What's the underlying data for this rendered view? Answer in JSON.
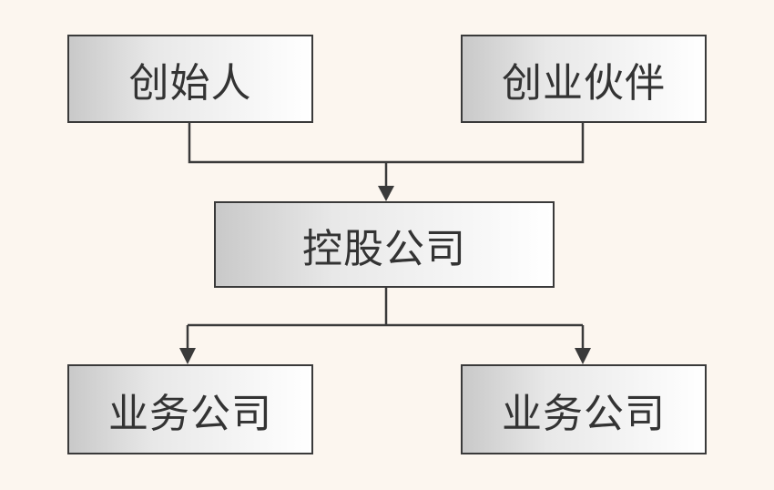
{
  "nodes": {
    "founder": "创始人",
    "partner": "创业伙伴",
    "holding": "控股公司",
    "business_left": "业务公司",
    "business_right": "业务公司"
  },
  "colors": {
    "background": "#fcf6ef",
    "line": "#3a3a3a",
    "text": "#333333"
  }
}
